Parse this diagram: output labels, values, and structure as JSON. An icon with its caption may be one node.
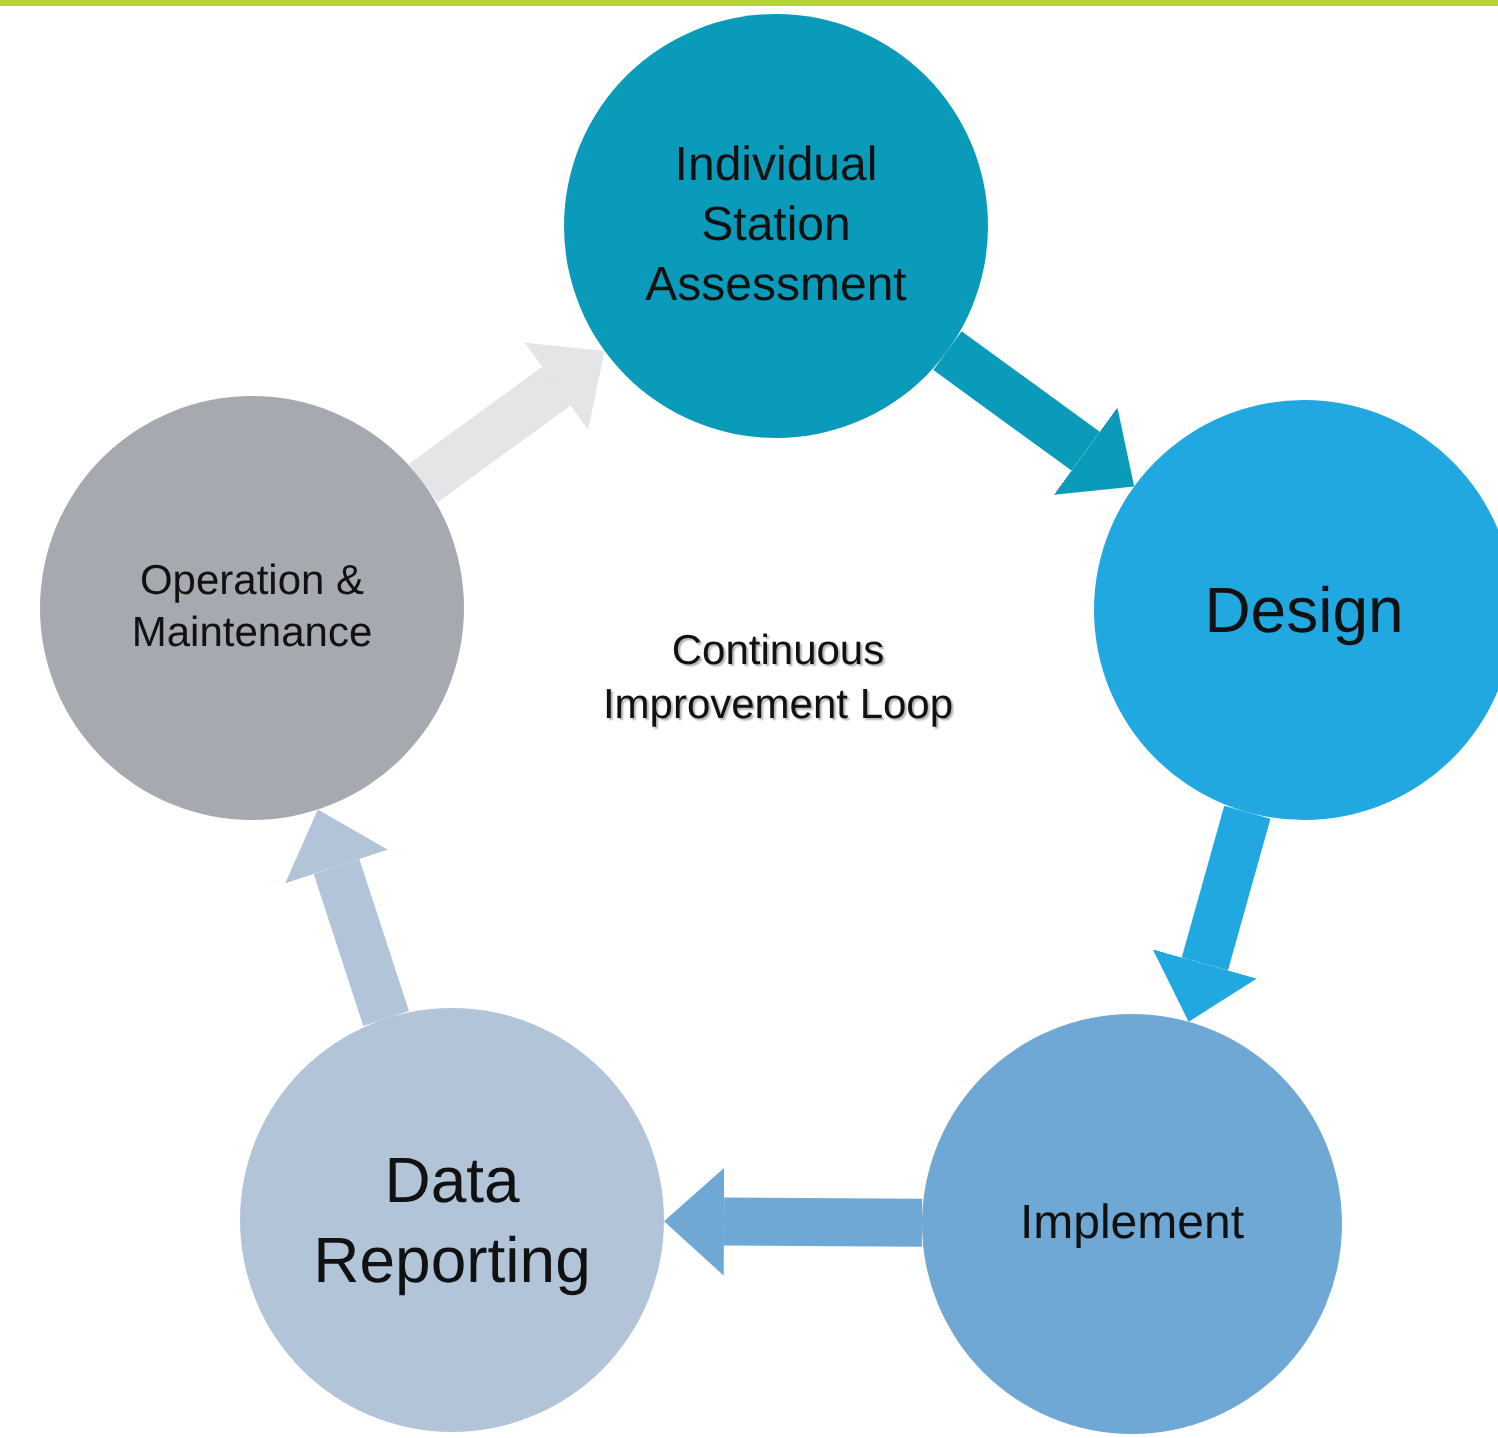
{
  "diagram": {
    "nodes": [
      {
        "text": [
          "Individual Station Assessment"
        ]
      },
      {
        "text": [
          "Design"
        ]
      },
      {
        "text": [
          "Implement"
        ]
      },
      {
        "text": [
          "Data Reporting"
        ]
      },
      {
        "text": [
          "Operation & Maintenance"
        ]
      }
    ],
    "edges": [
      {
        "from": 0,
        "to": 1,
        "arrow": "to",
        "color": "#0a9aba"
      },
      {
        "from": 1,
        "to": 2,
        "arrow": "to",
        "color": "#21a8e0"
      },
      {
        "from": 2,
        "to": 3,
        "arrow": "to",
        "color": "#6fa8d4"
      },
      {
        "from": 3,
        "to": 4,
        "arrow": "to",
        "color": "#b1c4d8"
      },
      {
        "from": 4,
        "to": 0,
        "arrow": "to",
        "color": "#e4e5e7"
      }
    ],
    "labels": [
      "Continuous Improvement Loop"
    ]
  }
}
